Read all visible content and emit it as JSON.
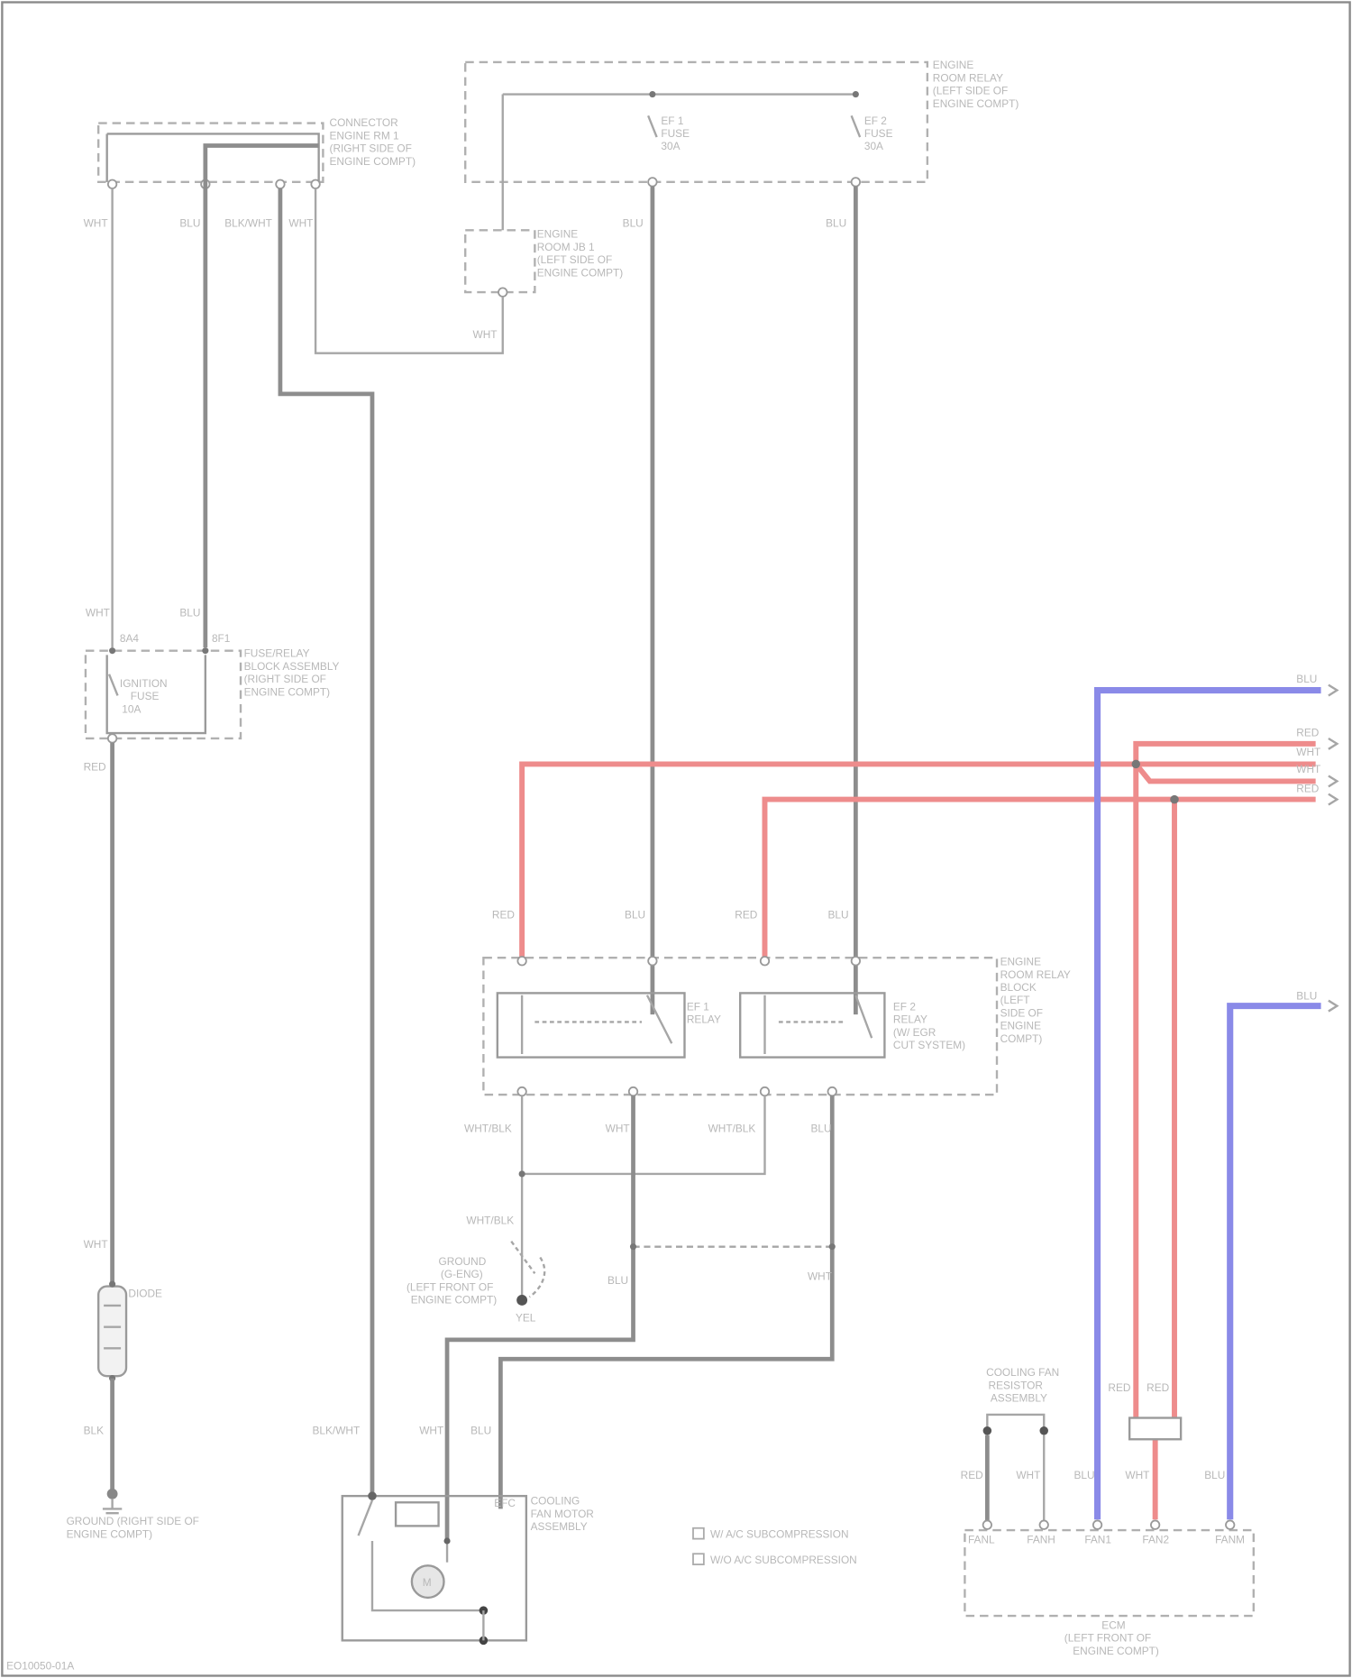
{
  "components": {
    "top_left_connector": {
      "text": [
        "CONNECTOR",
        "ENGINE RM 1",
        "(RIGHT SIDE OF",
        "ENGINE COMPT)"
      ]
    },
    "top_center_relay_box": {
      "text": [
        "ENGINE",
        "ROOM RELAY",
        "(LEFT SIDE OF",
        "ENGINE COMPT)"
      ],
      "fuse_a": [
        "EF 1",
        "FUSE",
        "30A"
      ],
      "fuse_b": [
        "EF 2",
        "FUSE",
        "30A"
      ]
    },
    "mid_connector": {
      "text": [
        "ENGINE",
        "ROOM JB 1",
        "(LEFT SIDE OF",
        "ENGINE COMPT)"
      ]
    },
    "left_fuse_box": {
      "text": [
        "FUSE/RELAY",
        "BLOCK ASSEMBLY",
        "(RIGHT SIDE OF",
        "ENGINE COMPT)"
      ],
      "fuse": [
        "IGNITION",
        "FUSE",
        "10A"
      ]
    },
    "relay_box": {
      "text": [
        "ENGINE",
        "ROOM RELAY",
        "BLOCK",
        "(LEFT",
        "SIDE OF",
        "ENGINE",
        "COMPT)"
      ],
      "relay_a": [
        "EF 1",
        "RELAY"
      ],
      "relay_b": [
        "EF 2",
        "RELAY",
        "(W/ EGR",
        "CUT SYSTEM)"
      ]
    },
    "ground_g1": {
      "text": [
        "GROUND",
        "(G-ENG)",
        "(LEFT FRONT OF",
        "ENGINE COMPT)"
      ]
    },
    "diode": {
      "text": "DIODE"
    },
    "ground_left": {
      "text": [
        "GROUND (RIGHT SIDE OF",
        "ENGINE COMPT)"
      ]
    },
    "cooling_fan_motor": {
      "text": [
        "COOLING",
        "FAN MOTOR",
        "ASSEMBLY"
      ],
      "motor_label": "M"
    },
    "ecm": {
      "text": [
        "ECM",
        "(LEFT FRONT OF",
        "ENGINE COMPT)"
      ]
    },
    "cooling_fan_resistor": {
      "text": [
        "COOLING FAN",
        "RESISTOR",
        "ASSEMBLY"
      ]
    },
    "legend": {
      "items": [
        "W/ A/C SUBCOMPRESSION",
        "W/O A/C SUBCOMPRESSION"
      ]
    },
    "footer_code": "EO10050-01A"
  },
  "wire_labels": {
    "top_left_a": "WHT",
    "top_left_b": "BLU",
    "top_left_c": "BLK/WHT",
    "top_left_d": "WHT",
    "top_mid": "BLU",
    "top_right": "BLU",
    "mid_conn_out": "WHT",
    "fuse_in_a": "WHT",
    "fuse_in_b": "BLU",
    "fuse_pin_a": "8A4",
    "fuse_pin_b": "8F1",
    "fuse_out": "RED",
    "fuse_bottom": "WHT",
    "ground_wire": "BLK",
    "relay_in_1": "RED",
    "relay_in_2": "BLU",
    "relay_in_3": "RED",
    "relay_in_4": "BLU",
    "relay_out_1": "WHT/BLK",
    "relay_out_2": "WHT",
    "relay_out_3": "WHT/BLK",
    "relay_out_4": "BLU",
    "diode_in": "WHT/BLK",
    "diode_a": "BLU",
    "diode_b": "WHT",
    "diode_pin": "YEL",
    "motor_in_a": "BLK/WHT",
    "motor_in_b": "WHT",
    "motor_in_c": "BLU",
    "motor_pin": "EFC",
    "ecm_a": "RED",
    "ecm_b": "WHT",
    "ecm_c": "BLU",
    "ecm_d": "WHT",
    "ecm_e": "BLU",
    "ecm_pin_1": "FANL",
    "ecm_pin_2": "FANH",
    "ecm_pin_3": "FAN1",
    "ecm_pin_4": "FAN2",
    "ecm_pin_5": "FANM",
    "resistor_a": "RED",
    "resistor_b": "RED",
    "right_1": "BLU",
    "right_2": "RED",
    "right_3": "WHT",
    "right_4": "WHT",
    "right_5": "RED",
    "right_6": "BLU"
  },
  "colors": {
    "gray_wire": "#8d8d8d",
    "red_wire": "#ee8c8c",
    "blue_wire": "#8a8ae8"
  }
}
